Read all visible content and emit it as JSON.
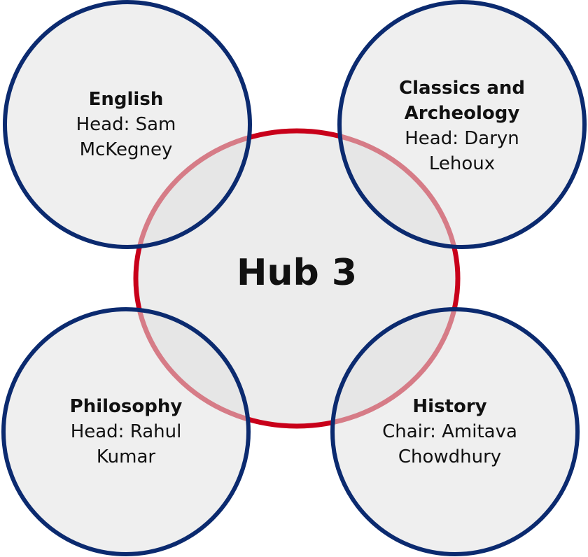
{
  "hub": {
    "title": "Hub 3"
  },
  "units": [
    {
      "name": "English",
      "role": "Head: Sam",
      "person": "McKegney"
    },
    {
      "name": "Classics and",
      "name2": "Archeology",
      "role": "Head: Daryn",
      "person": "Lehoux"
    },
    {
      "name": "Philosophy",
      "role": "Head: Rahul",
      "person": "Kumar"
    },
    {
      "name": "History",
      "role": "Chair: Amitava",
      "person": "Chowdhury"
    }
  ],
  "colors": {
    "hub_stroke": "#c8001a",
    "unit_stroke": "#0b2a6f",
    "fill": "#ececec"
  }
}
